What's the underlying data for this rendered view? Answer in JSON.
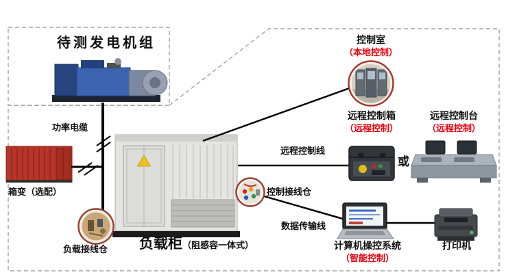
{
  "diagram": {
    "generator_title": "待测发电机组",
    "power_cable_label": "功率电缆",
    "transformer_label": "箱变（选配）",
    "load_cabinet_label": "负载柜",
    "load_cabinet_sub": "（阻感容一体式）",
    "load_terminal_label": "负载接线仓",
    "control_terminal_label": "控制接线仓",
    "remote_line_label": "远程控制线",
    "data_line_label": "数据传输线",
    "or_label": "或",
    "control_room_label": "控制室",
    "control_room_sub": "（本地控制）",
    "remote_box_label": "远程控制箱",
    "remote_box_sub": "（远程控制）",
    "remote_console_label": "远程控制台",
    "remote_console_sub": "（远程控制）",
    "computer_label": "计算机操控系统",
    "computer_sub": "（智能控制）",
    "printer_label": "打印机",
    "colors": {
      "accent_red": "#e8000d",
      "line_black": "#000000",
      "dash_gray": "#a3a3a3"
    }
  }
}
